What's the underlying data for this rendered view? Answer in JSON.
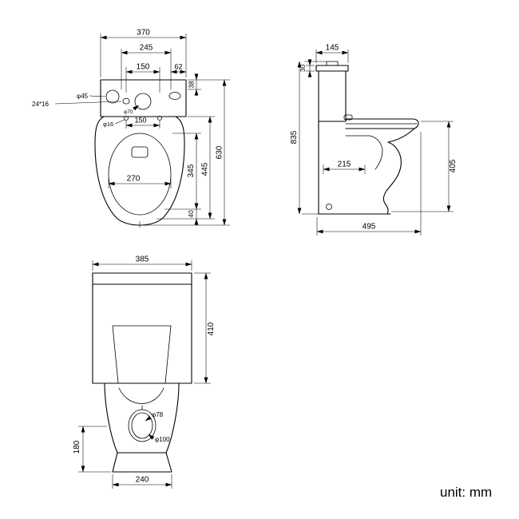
{
  "unit_label": "unit: mm",
  "top": {
    "w370": "370",
    "w245": "245",
    "w150a": "150",
    "w62": "62",
    "d45": "φ45",
    "s2416": "24*16",
    "d70": "φ70",
    "h38": "38",
    "d16": "φ16",
    "w150b": "150",
    "w270": "270",
    "v345": "345",
    "v445": "445",
    "v630": "630",
    "v40": "40"
  },
  "side": {
    "w145": "145",
    "v30": "30",
    "v835": "835",
    "w215": "215",
    "v405": "405",
    "w495": "495"
  },
  "front": {
    "w385": "385",
    "v410": "410",
    "d78": "φ78",
    "d100": "φ100",
    "v180": "180",
    "w240": "240"
  }
}
